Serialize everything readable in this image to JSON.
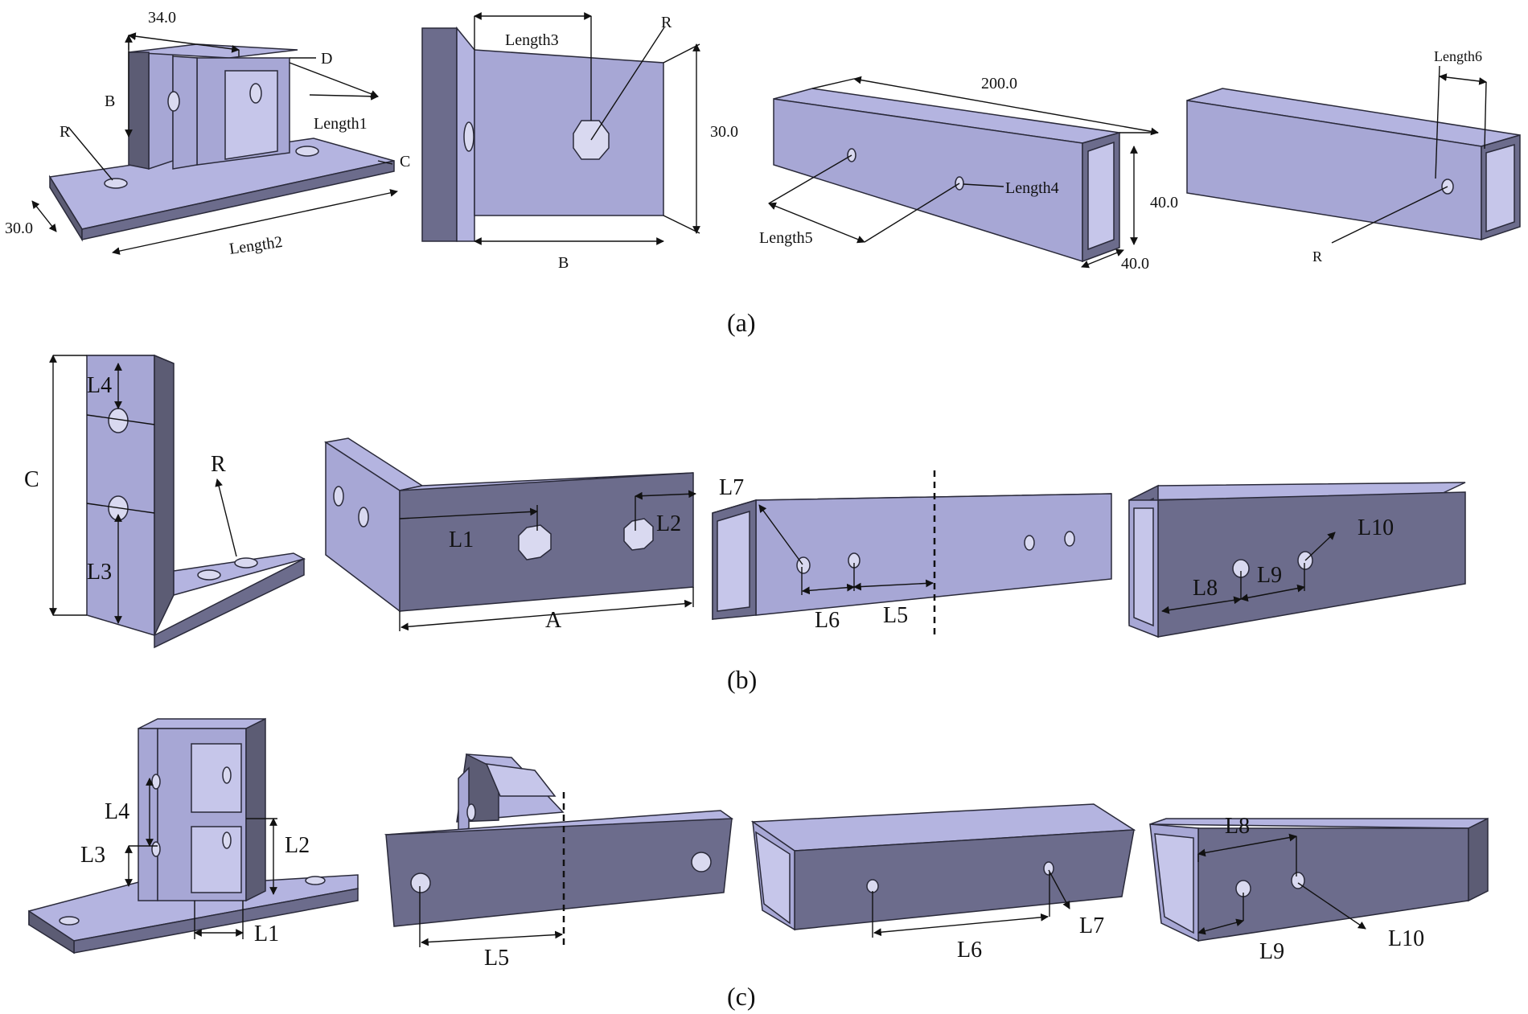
{
  "captions": {
    "a": "(a)",
    "b": "(b)",
    "c": "(c)"
  },
  "row_a": {
    "part1": {
      "dim_width": "34.0",
      "dim_depth": "30.0",
      "label_b": "B",
      "label_c": "C",
      "label_d": "D",
      "label_r": "R",
      "label_length1": "Length1",
      "label_length2": "Length2"
    },
    "part2": {
      "label_length3": "Length3",
      "label_r": "R",
      "dim_height": "30.0",
      "label_b": "B"
    },
    "part3": {
      "dim_length": "200.0",
      "label_length4": "Length4",
      "label_length5": "Length5",
      "dim_height": "40.0",
      "dim_width": "40.0"
    },
    "part4": {
      "label_length6": "Length6",
      "label_r": "R"
    }
  },
  "row_b": {
    "part1": {
      "label_l4": "L4",
      "label_c": "C",
      "label_r": "R",
      "label_l3": "L3"
    },
    "part2": {
      "label_l1": "L1",
      "label_l2": "L2",
      "label_a": "A"
    },
    "part3": {
      "label_l7": "L7",
      "label_l6": "L6",
      "label_l5": "L5"
    },
    "part4": {
      "label_l10": "L10",
      "label_l8": "L8",
      "label_l9": "L9"
    }
  },
  "row_c": {
    "part1": {
      "label_l4": "L4",
      "label_l3": "L3",
      "label_l2": "L2",
      "label_l1": "L1"
    },
    "part2": {
      "label_l5": "L5"
    },
    "part3": {
      "label_l6": "L6",
      "label_l7": "L7"
    },
    "part4": {
      "label_l8": "L8",
      "label_l9": "L9",
      "label_l10": "L10"
    }
  }
}
